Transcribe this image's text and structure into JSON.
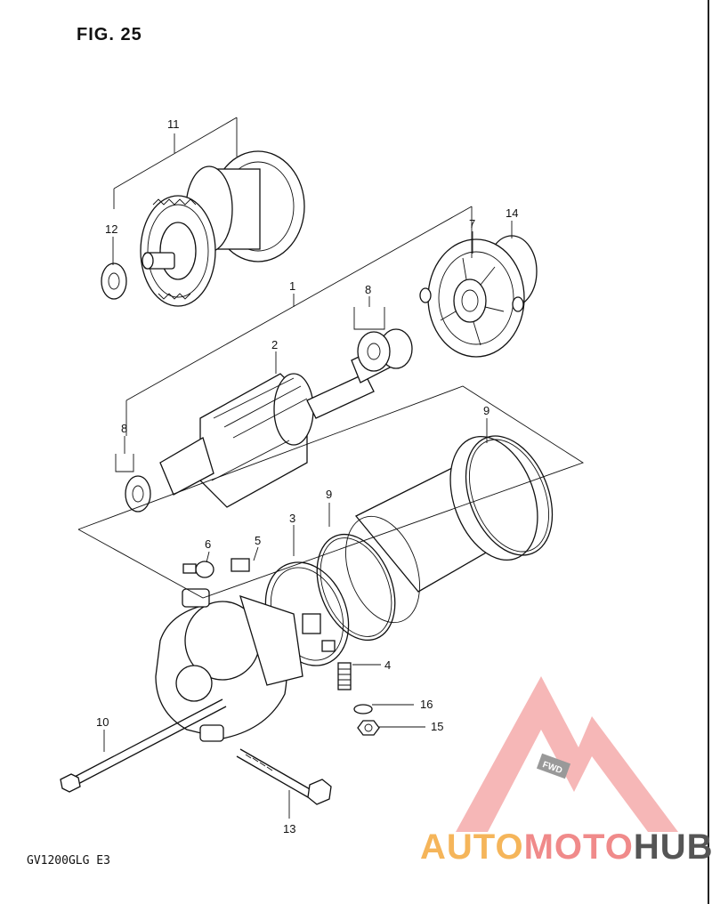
{
  "figure": {
    "title": "FIG. 25",
    "model_code": "GV1200GLG  E3"
  },
  "callouts": [
    "1",
    "2",
    "3",
    "4",
    "5",
    "6",
    "7",
    "8",
    "8",
    "9",
    "9",
    "10",
    "11",
    "12",
    "13",
    "14",
    "15",
    "16"
  ],
  "watermark": {
    "part1": "AUTO",
    "part2": "MOTO",
    "part3": "HUB",
    "badge": "FWD",
    "colors": {
      "auto": "#f5b55a",
      "moto": "#f08a8a",
      "hub": "#555555",
      "triangle": "#f4a0a0"
    }
  }
}
